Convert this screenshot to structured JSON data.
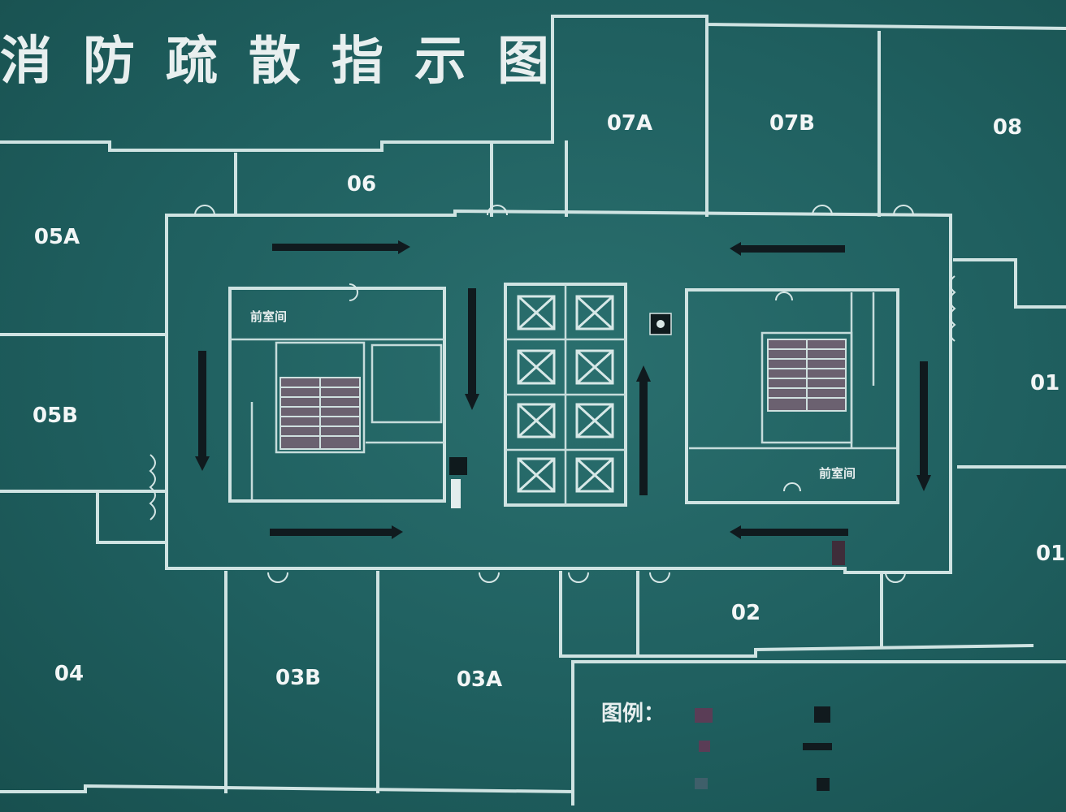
{
  "title": "消防疏散指示图",
  "rooms": {
    "r07a": "07A",
    "r07b": "07B",
    "r08": "08",
    "r06": "06",
    "r05a": "05A",
    "r05b": "05B",
    "r04": "04",
    "r03b": "03B",
    "r03a": "03A",
    "r02": "02",
    "r01a": "01",
    "r01b": "01"
  },
  "core": {
    "left_room": "前室间",
    "right_room": "前室间"
  },
  "legend": {
    "title": "图例：",
    "colors": {
      "swatch1": "#5a3d56",
      "swatch2": "#5a3d56",
      "swatch3": "#3f5f6a",
      "swatch4": "#111a1e",
      "swatch5": "#111a1e",
      "swatch6": "#111a1e"
    }
  },
  "colors": {
    "background": "#1f5f5f",
    "walls": "#cfe3e2",
    "arrows": "#101a1e",
    "text": "#f2f6f6"
  },
  "icons": [
    "arrow-down-icon",
    "arrow-up-icon",
    "arrow-left-icon",
    "arrow-right-icon",
    "elevator-icon",
    "extinguisher-icon",
    "door-icon",
    "you-are-here-icon"
  ]
}
